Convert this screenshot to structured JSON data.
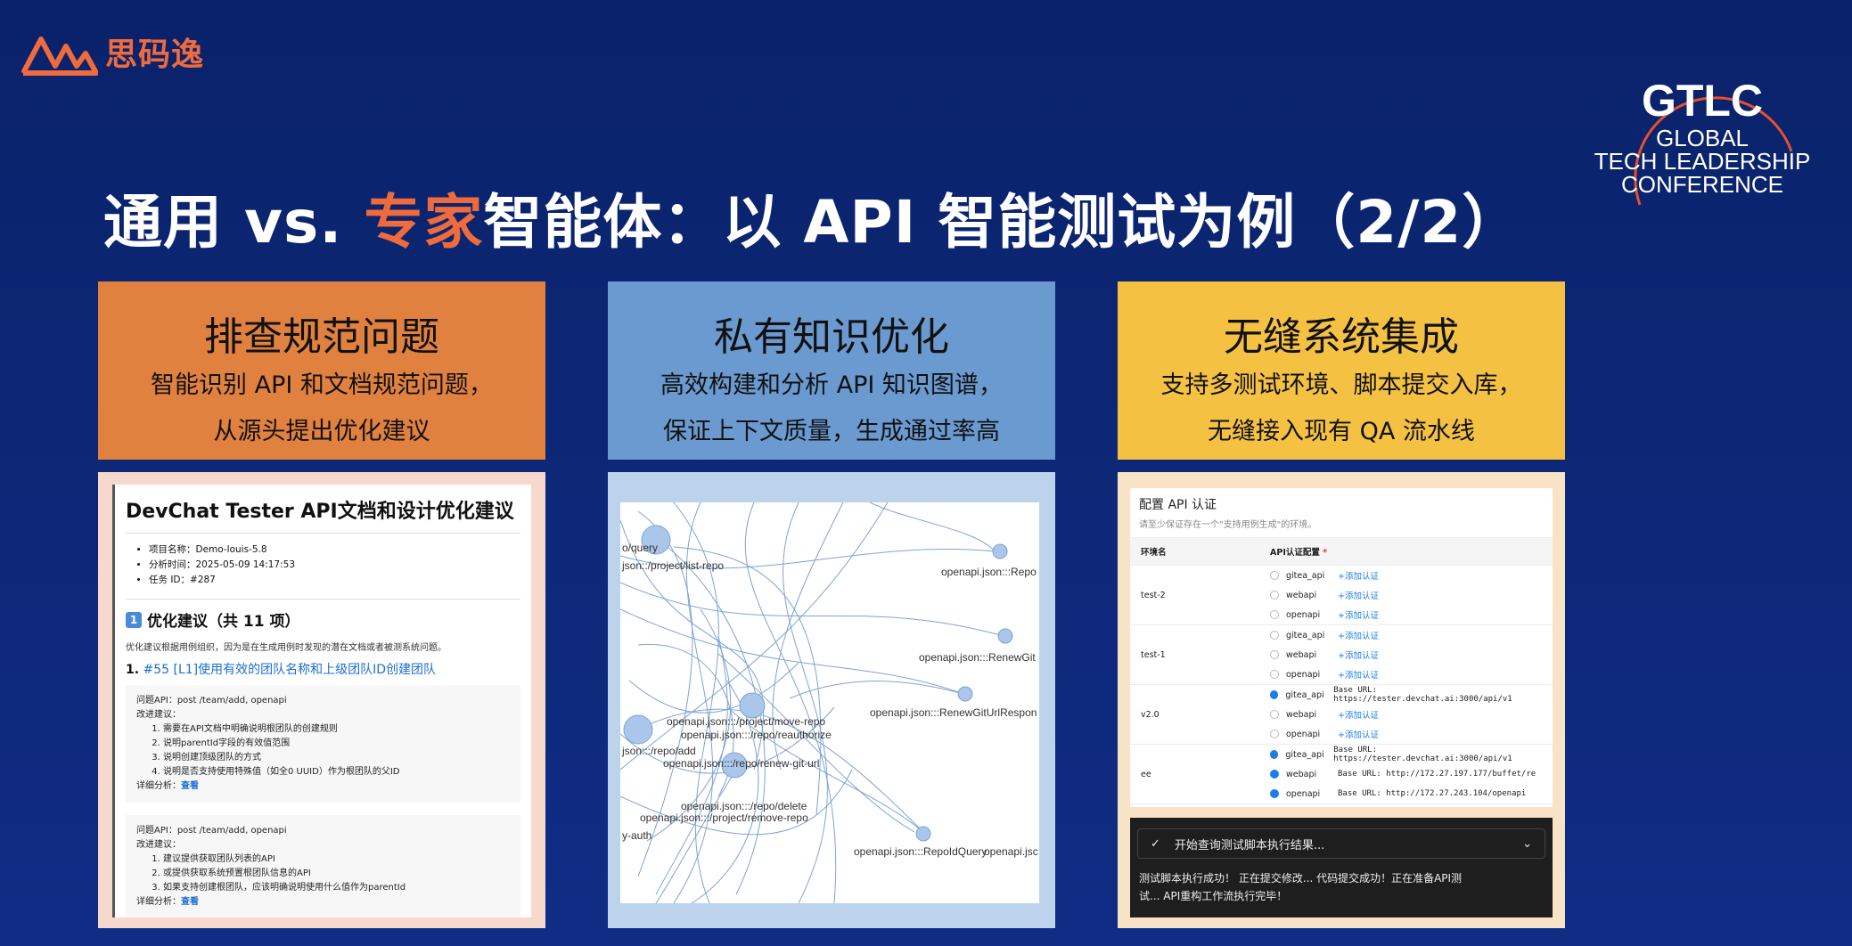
{
  "brand": {
    "logo_text": "思码逸",
    "accent": "#ee6b3e"
  },
  "gtlc": {
    "big": "GTLC",
    "line1": "GLOBAL",
    "line2": "TECH LEADERSHIP",
    "line3": "CONFERENCE"
  },
  "title": {
    "part1": "通用 vs. ",
    "highlight": "专家",
    "part2": "智能体：以 API 智能测试为例（2/2）"
  },
  "cards": [
    {
      "heading": "排查规范问题",
      "line1": "智能识别 API 和文档规范问题，",
      "line2": "从源头提出优化建议",
      "color": "#e1813f"
    },
    {
      "heading": "私有知识优化",
      "line1": "高效构建和分析 API 知识图谱，",
      "line2": "保证上下文质量，生成通过率高",
      "color": "#6b9ad0"
    },
    {
      "heading": "无缝系统集成",
      "line1": "支持多测试环境、脚本提交入库，",
      "line2": "无缝接入现有 QA 流水线",
      "color": "#f4c143"
    }
  ],
  "doc": {
    "title": "DevChat Tester API文档和设计优化建议",
    "meta": [
      "项目名称：Demo-louis-5.8",
      "分析时间：2025-05-09 14:17:53",
      "任务 ID：#287"
    ],
    "section_badge": "1",
    "section": "优化建议（共 11 项）",
    "note": "优化建议根据用例组织，因为是在生成用例时发现的潜在文档或者被测系统问题。",
    "issue_num": "1.",
    "issue_title": "#55 [L1]使用有效的团队名称和上级团队ID创建团队",
    "boxes": [
      {
        "api": "问题API：post /team/add, openapi",
        "label": "改进建议：",
        "items": [
          "需要在API文档中明确说明根团队的创建规则",
          "说明parentId字段的有效值范围",
          "说明创建顶级团队的方式",
          "说明是否支持使用特殊值（如全0 UUID）作为根团队的父ID"
        ],
        "detail": "详细分析：",
        "link": "查看"
      },
      {
        "api": "问题API：post /team/add, openapi",
        "label": "改进建议：",
        "items": [
          "建议提供获取团队列表的API",
          "或提供获取系统预置根团队信息的API",
          "如果支持创建根团队，应该明确说明使用什么值作为parentId"
        ],
        "detail": "详细分析：",
        "link": "查看"
      }
    ]
  },
  "graph": {
    "labels": [
      "o/query",
      "json::/project/list-repo",
      "openapi.json:::Repo",
      "openapi.json:::RenewGit",
      "openapi.json:::RenewGitUrlRespon",
      "openapi.json:::/project/move-repo",
      "openapi.json:::/repo/reauthorize",
      "json:::/repo/add",
      "openapi.json:::/repo/renew-git-url",
      "openapi.json:::/repo/delete",
      "openapi.json:::/project/remove-repo",
      "y-auth",
      "openapi.json:::RepoIdQuery",
      "openapi.jsc"
    ]
  },
  "auth": {
    "title": "配置 API 认证",
    "subtitle": "请至少保证存在一个\"支持用例生成\"的环境。",
    "col_env": "环境名",
    "col_cfg": "API认证配置",
    "rows": [
      {
        "env": "test-2",
        "items": [
          {
            "name": "gitea_api",
            "on": false,
            "add": "+添加认证"
          },
          {
            "name": "webapi",
            "on": false,
            "add": "+添加认证"
          },
          {
            "name": "openapi",
            "on": false,
            "add": "+添加认证"
          }
        ]
      },
      {
        "env": "test-1",
        "items": [
          {
            "name": "gitea_api",
            "on": false,
            "add": "+添加认证"
          },
          {
            "name": "webapi",
            "on": false,
            "add": "+添加认证"
          },
          {
            "name": "openapi",
            "on": false,
            "add": "+添加认证"
          }
        ]
      },
      {
        "env": "v2.0",
        "items": [
          {
            "name": "gitea_api",
            "on": true,
            "url": "Base URL: https://tester.devchat.ai:3000/api/v1"
          },
          {
            "name": "webapi",
            "on": false,
            "add": "+添加认证"
          },
          {
            "name": "openapi",
            "on": false,
            "add": "+添加认证"
          }
        ]
      },
      {
        "env": "ee",
        "items": [
          {
            "name": "gitea_api",
            "on": true,
            "url": "Base URL: https://tester.devchat.ai:3000/api/v1"
          },
          {
            "name": "webapi",
            "on": true,
            "url": "Base URL: http://172.27.197.177/buffet/re"
          },
          {
            "name": "openapi",
            "on": true,
            "url": "Base URL: http://172.27.243.104/openapi"
          }
        ]
      }
    ]
  },
  "terminal": {
    "bar": "开始查询测试脚本执行结果...",
    "line1": "测试脚本执行成功！ 正在提交修改... 代码提交成功！正在准备API测",
    "line2": "试... API重构工作流执行完毕！"
  }
}
